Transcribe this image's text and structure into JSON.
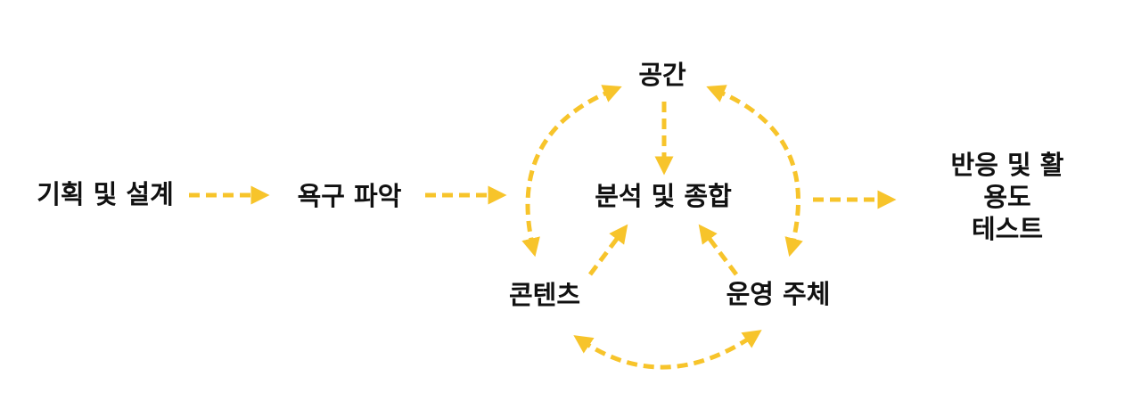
{
  "diagram": {
    "accent_color": "#F7C42B",
    "text_color": "#111111",
    "nodes": {
      "planning": "기획 및 설계",
      "needs": "욕구 파악",
      "space": "공간",
      "analysis": "분석 및 종합",
      "contents": "콘텐츠",
      "operator": "운영 주체",
      "test_line1": "반응 및 활용도",
      "test_line2": "테스트"
    },
    "edges": [
      {
        "from": "planning",
        "to": "needs",
        "style": "dashed",
        "direction": "forward"
      },
      {
        "from": "needs",
        "to": "analysis",
        "style": "dashed",
        "direction": "forward"
      },
      {
        "from": "space",
        "to": "analysis",
        "style": "dashed",
        "direction": "forward"
      },
      {
        "from": "contents",
        "to": "analysis",
        "style": "dashed",
        "direction": "forward"
      },
      {
        "from": "operator",
        "to": "analysis",
        "style": "dashed",
        "direction": "forward"
      },
      {
        "from": "space",
        "to": "contents",
        "style": "dashed",
        "direction": "both"
      },
      {
        "from": "space",
        "to": "operator",
        "style": "dashed",
        "direction": "both"
      },
      {
        "from": "contents",
        "to": "operator",
        "style": "dashed",
        "direction": "both"
      },
      {
        "from": "analysis",
        "to": "test",
        "style": "dashed",
        "direction": "forward"
      }
    ]
  }
}
